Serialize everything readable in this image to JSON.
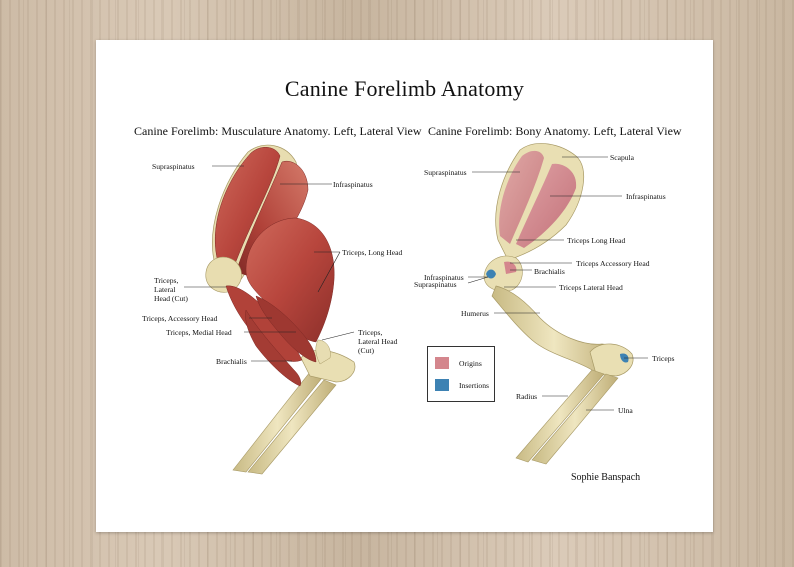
{
  "title": "Canine Forelimb Anatomy",
  "left_panel": {
    "subtitle": "Canine Forelimb: Musculature Anatomy. Left, Lateral View",
    "labels": {
      "supraspinatus": "Supraspinatus",
      "infraspinatus": "Infraspinatus",
      "triceps_long": "Triceps, Long Head",
      "triceps_lateral_cut": "Triceps,\nLateral\nHead (Cut)",
      "triceps_accessory": "Triceps, Accessory Head",
      "triceps_medial": "Triceps, Medial Head",
      "triceps_lateral_cut_right": "Triceps,\nLateral Head\n(Cut)",
      "brachialis": "Brachialis"
    }
  },
  "right_panel": {
    "subtitle": "Canine Forelimb: Bony Anatomy. Left, Lateral View",
    "labels": {
      "scapula": "Scapula",
      "supraspinatus": "Supraspinatus",
      "infraspinatus": "Infraspinatus",
      "triceps_long": "Triceps Long Head",
      "triceps_accessory": "Triceps Accessory Head",
      "brachialis": "Brachialis",
      "infraspinatus_small": "Infraspinatus",
      "supraspinatus_small": "Supraspinatus",
      "triceps_lateral": "Triceps Lateral Head",
      "humerus": "Humerus",
      "triceps": "Triceps",
      "radius": "Radius",
      "ulna": "Ulna"
    }
  },
  "legend": {
    "origins": {
      "label": "Origins",
      "color": "#d4868d"
    },
    "insertions": {
      "label": "Insertions",
      "color": "#3d82b3"
    }
  },
  "author": "Sophie Banspach",
  "colors": {
    "muscle": "#b8463d",
    "muscle_dark": "#8c2f2a",
    "bone": "#e6dcae",
    "bone_shadow": "#b7a974",
    "background_wood": "#d2c1ad",
    "paper": "#ffffff"
  }
}
